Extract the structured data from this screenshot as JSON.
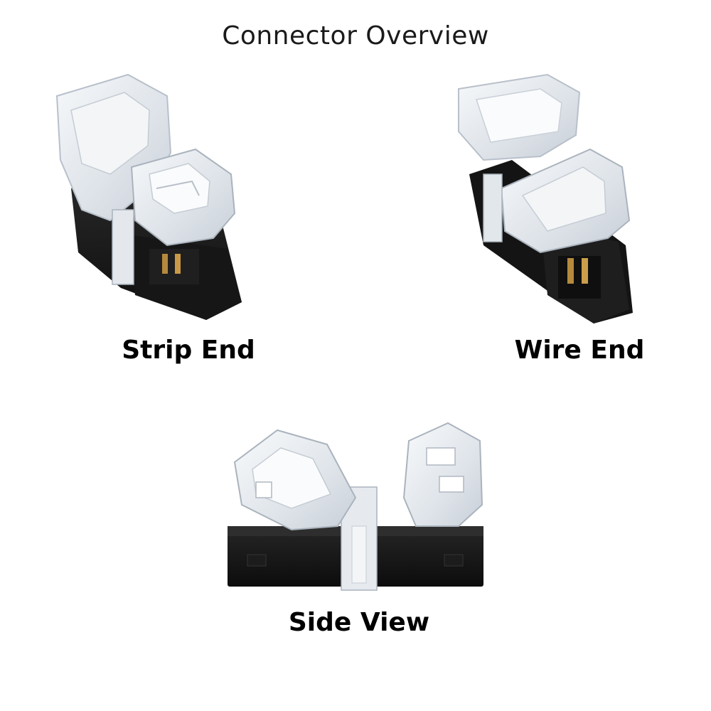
{
  "header": {
    "title": "Connector Overview"
  },
  "photos": [
    {
      "label": "Strip End"
    },
    {
      "label": "Wire End"
    },
    {
      "label": "Side View"
    }
  ],
  "colors": {
    "background": "#ffffff",
    "housing": "#151515",
    "clear_plastic": "#e9edf2",
    "clear_edge": "#b8c0cb",
    "contacts": "#b58a3c",
    "text": "#000000"
  }
}
